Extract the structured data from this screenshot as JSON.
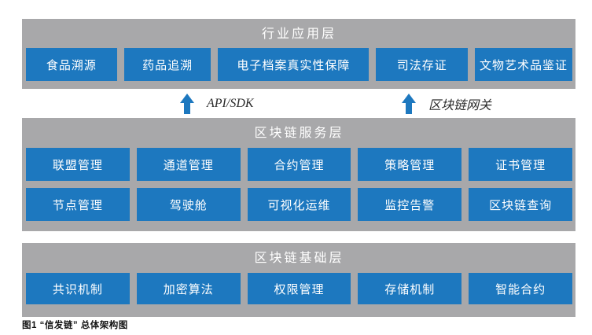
{
  "figure": {
    "caption": "图1 “信发链” 总体架构图",
    "colors": {
      "box_blue": "#1d78bf",
      "layer_gray": "#a8a8aa",
      "box_text": "#ffffff",
      "caption_text": "#111111",
      "connector_label_text": "#2b2b2b",
      "page_background": "#ffffff"
    },
    "layers": [
      {
        "id": "industry-application-layer",
        "title": "行业应用层",
        "rows": [
          [
            "食品溯源",
            "药品追溯",
            "电子档案真实性保障",
            "司法存证",
            "文物艺术品鉴证"
          ]
        ]
      },
      {
        "id": "blockchain-service-layer",
        "title": "区块链服务层",
        "rows": [
          [
            "联盟管理",
            "通道管理",
            "合约管理",
            "策略管理",
            "证书管理"
          ],
          [
            "节点管理",
            "驾驶舱",
            "可视化运维",
            "监控告警",
            "区块链查询"
          ]
        ]
      },
      {
        "id": "blockchain-base-layer",
        "title": "区块链基础层",
        "rows": [
          [
            "共识机制",
            "加密算法",
            "权限管理",
            "存储机制",
            "智能合约"
          ]
        ]
      }
    ],
    "connectors": [
      {
        "icon": "up-arrow-icon",
        "label": "API/SDK"
      },
      {
        "icon": "up-arrow-icon",
        "label": "区块链网关"
      }
    ]
  }
}
